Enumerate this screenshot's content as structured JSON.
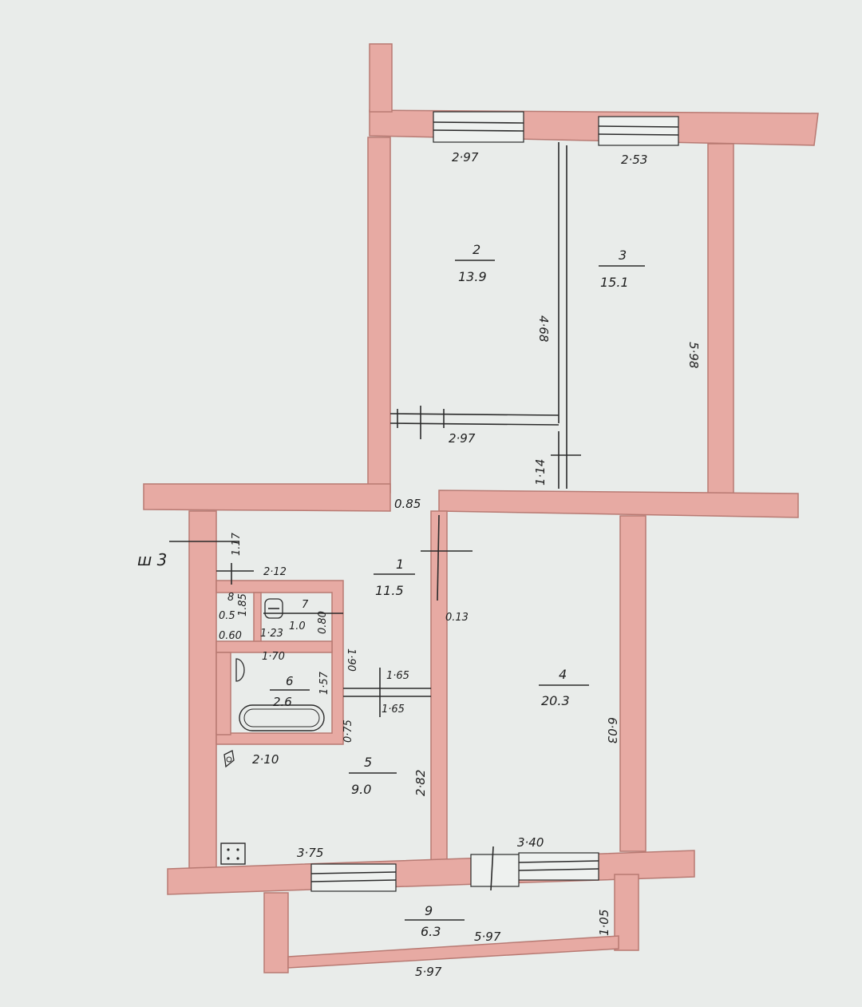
{
  "labels": {
    "unit_code": "ш 3",
    "rooms": [
      {
        "number": "1",
        "area": "11.5"
      },
      {
        "number": "2",
        "area": "13.9"
      },
      {
        "number": "3",
        "area": "15.1"
      },
      {
        "number": "4",
        "area": "20.3"
      },
      {
        "number": "5",
        "area": "9.0"
      },
      {
        "number": "6",
        "area": "2.6"
      },
      {
        "number": "7",
        "area": "1.0"
      },
      {
        "number": "8",
        "area": "0.5"
      },
      {
        "number": "9",
        "area": "6.3"
      }
    ],
    "dimensions": [
      "2·97",
      "2·53",
      "4·68",
      "5·98",
      "2·97",
      "1·14",
      "0.85",
      "1.17",
      "2·12",
      "1.85",
      "0.80",
      "0.60",
      "1·23",
      "1·90",
      "1·70",
      "1·57",
      "1·65",
      "1·65",
      "0·75",
      "2·10",
      "2·82",
      "6·03",
      "3·75",
      "3·40",
      "0.13",
      "5·97",
      "5·97",
      "1·05"
    ]
  }
}
